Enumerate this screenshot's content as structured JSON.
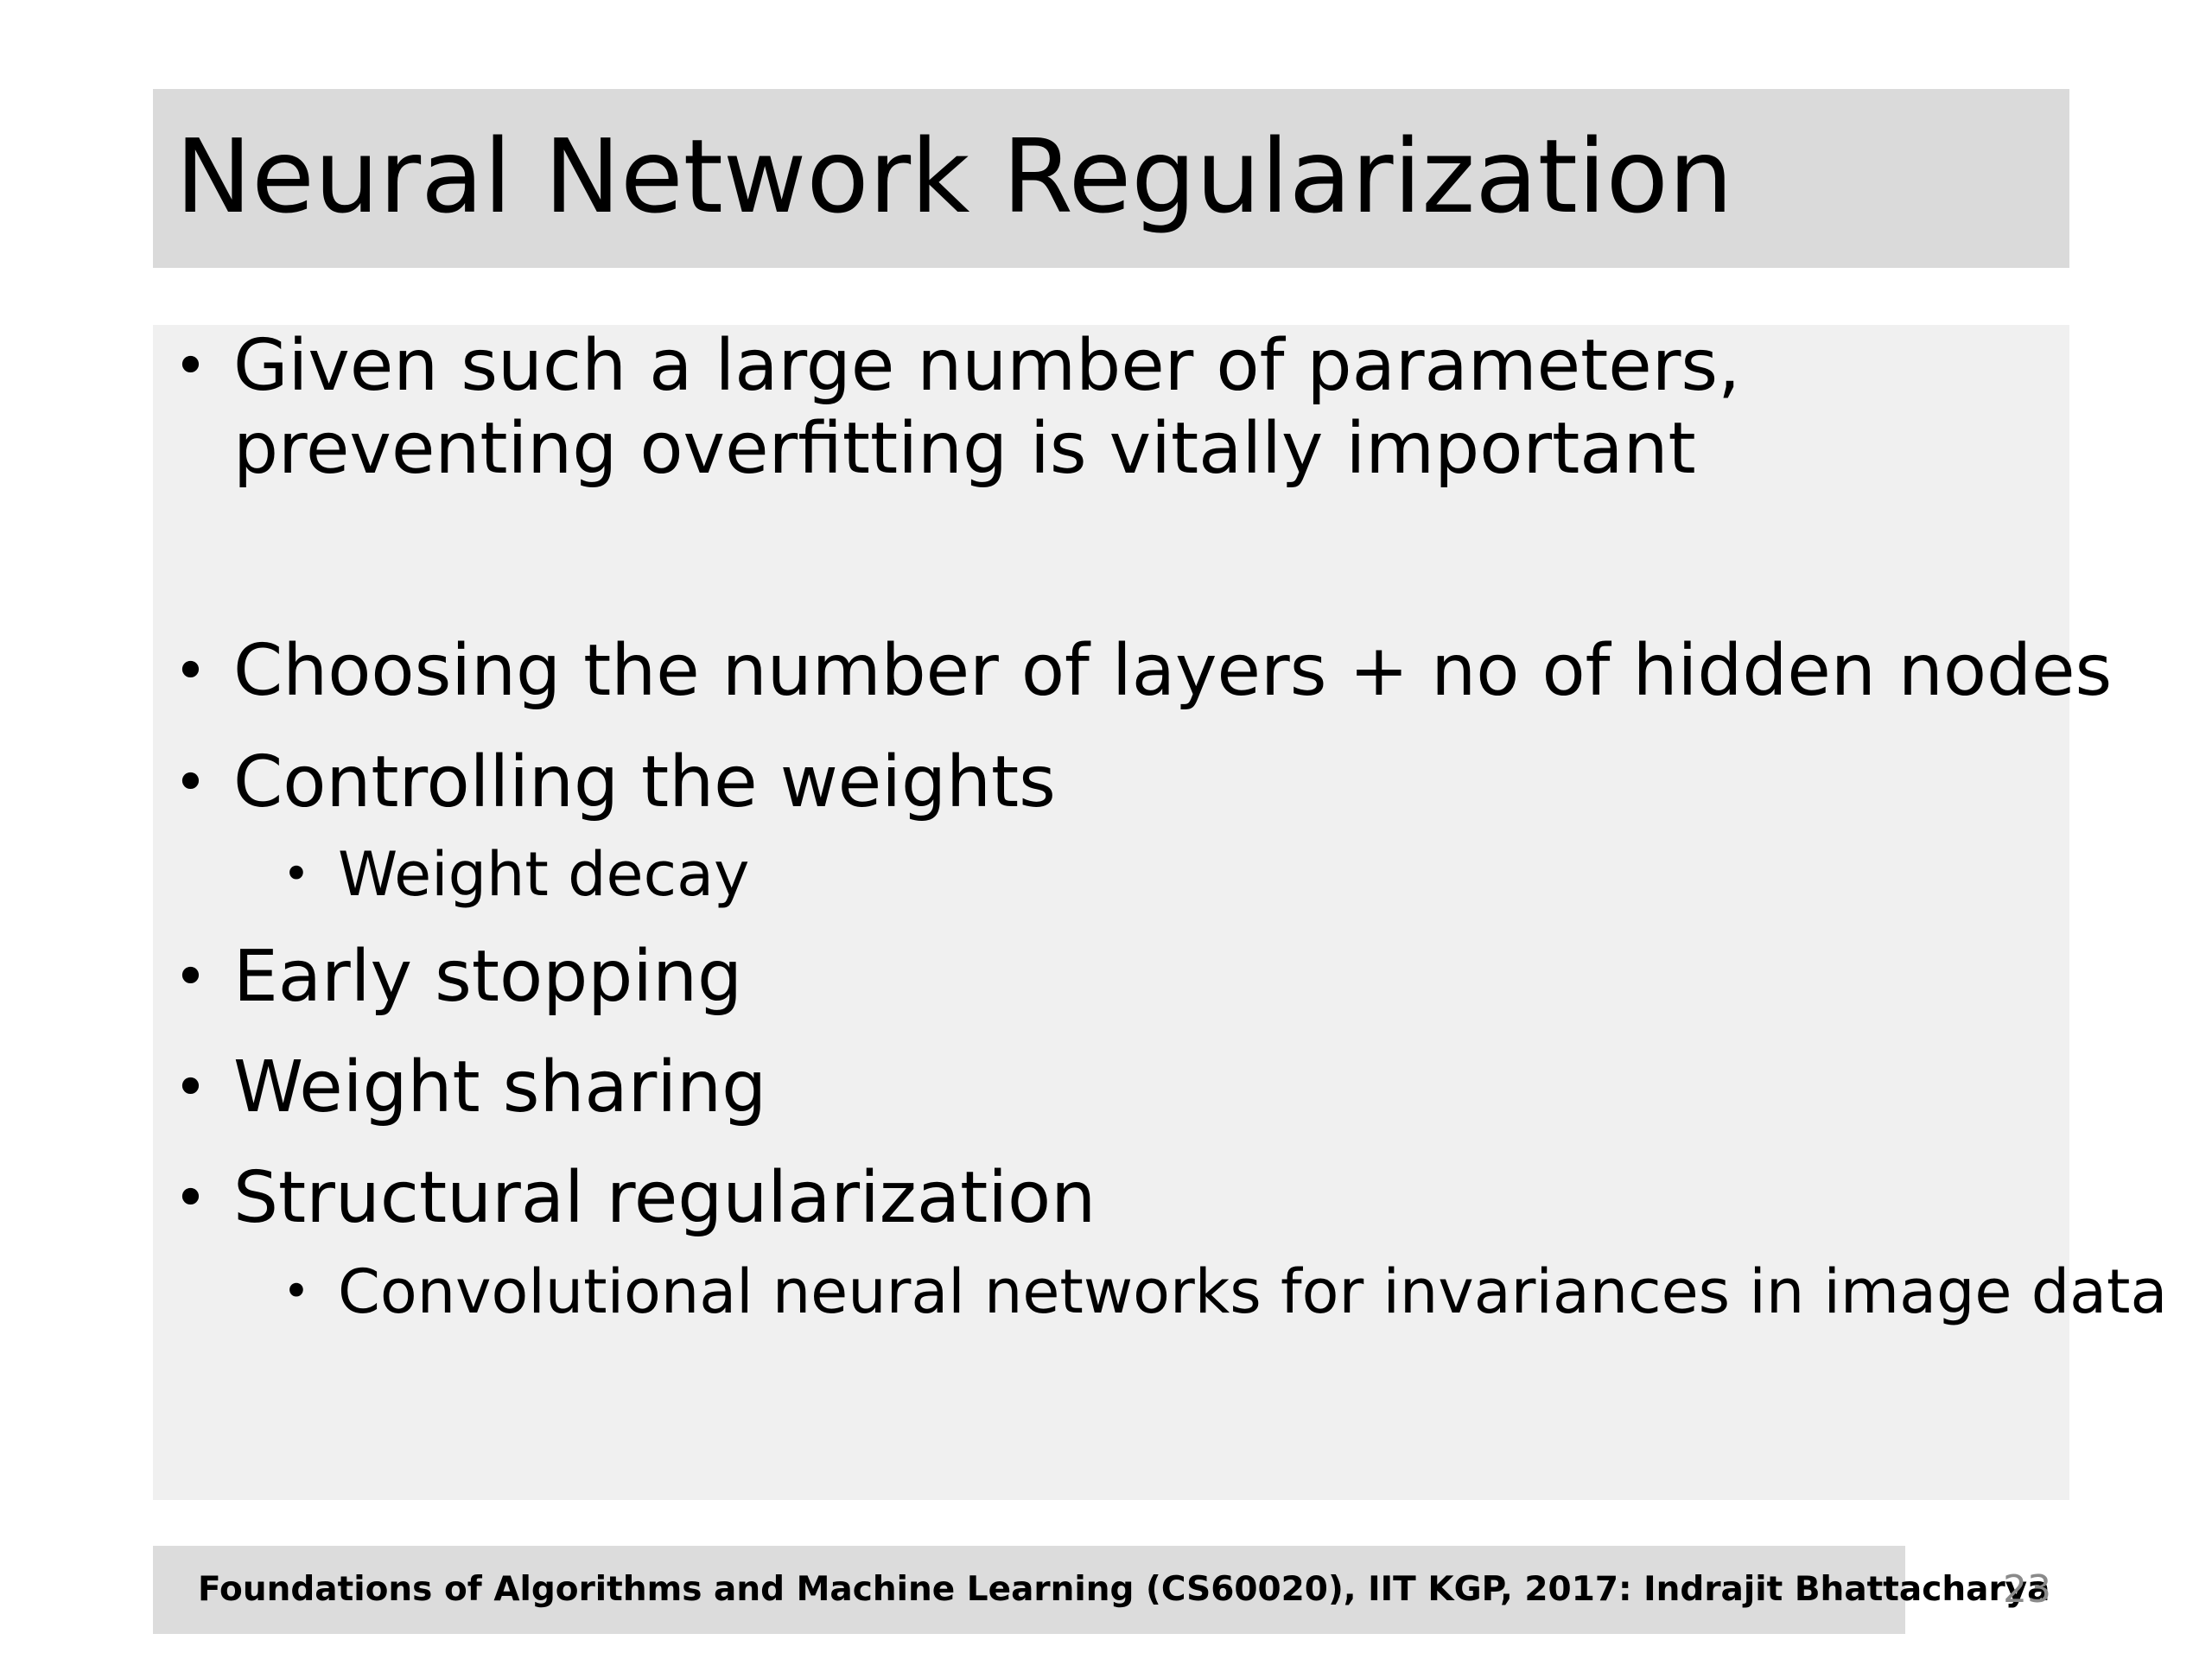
{
  "slide": {
    "title": "Neural Network Regularization",
    "bullets": [
      {
        "text_line1": "Given such a large number of parameters,",
        "text_line2": "preventing overfitting is vitally important"
      },
      {
        "text": "Choosing the number of layers + no of hidden nodes"
      },
      {
        "text": "Controlling the weights"
      },
      {
        "text": "Weight decay"
      },
      {
        "text": "Early stopping"
      },
      {
        "text": "Weight sharing"
      },
      {
        "text": "Structural regularization"
      },
      {
        "text": "Convolutional neural networks for invariances in image data"
      }
    ],
    "bullet_symbol": "•",
    "footer": "Foundations of Algorithms and Machine Learning (CS60020), IIT KGP, 2017: Indrajit Bhattacharya",
    "page_number": "23"
  },
  "colors": {
    "title_bar": "#dadada",
    "content_box": "#f0f0f0",
    "footer_bar": "#dcdcdc",
    "page_number": "#8a8a8a"
  }
}
